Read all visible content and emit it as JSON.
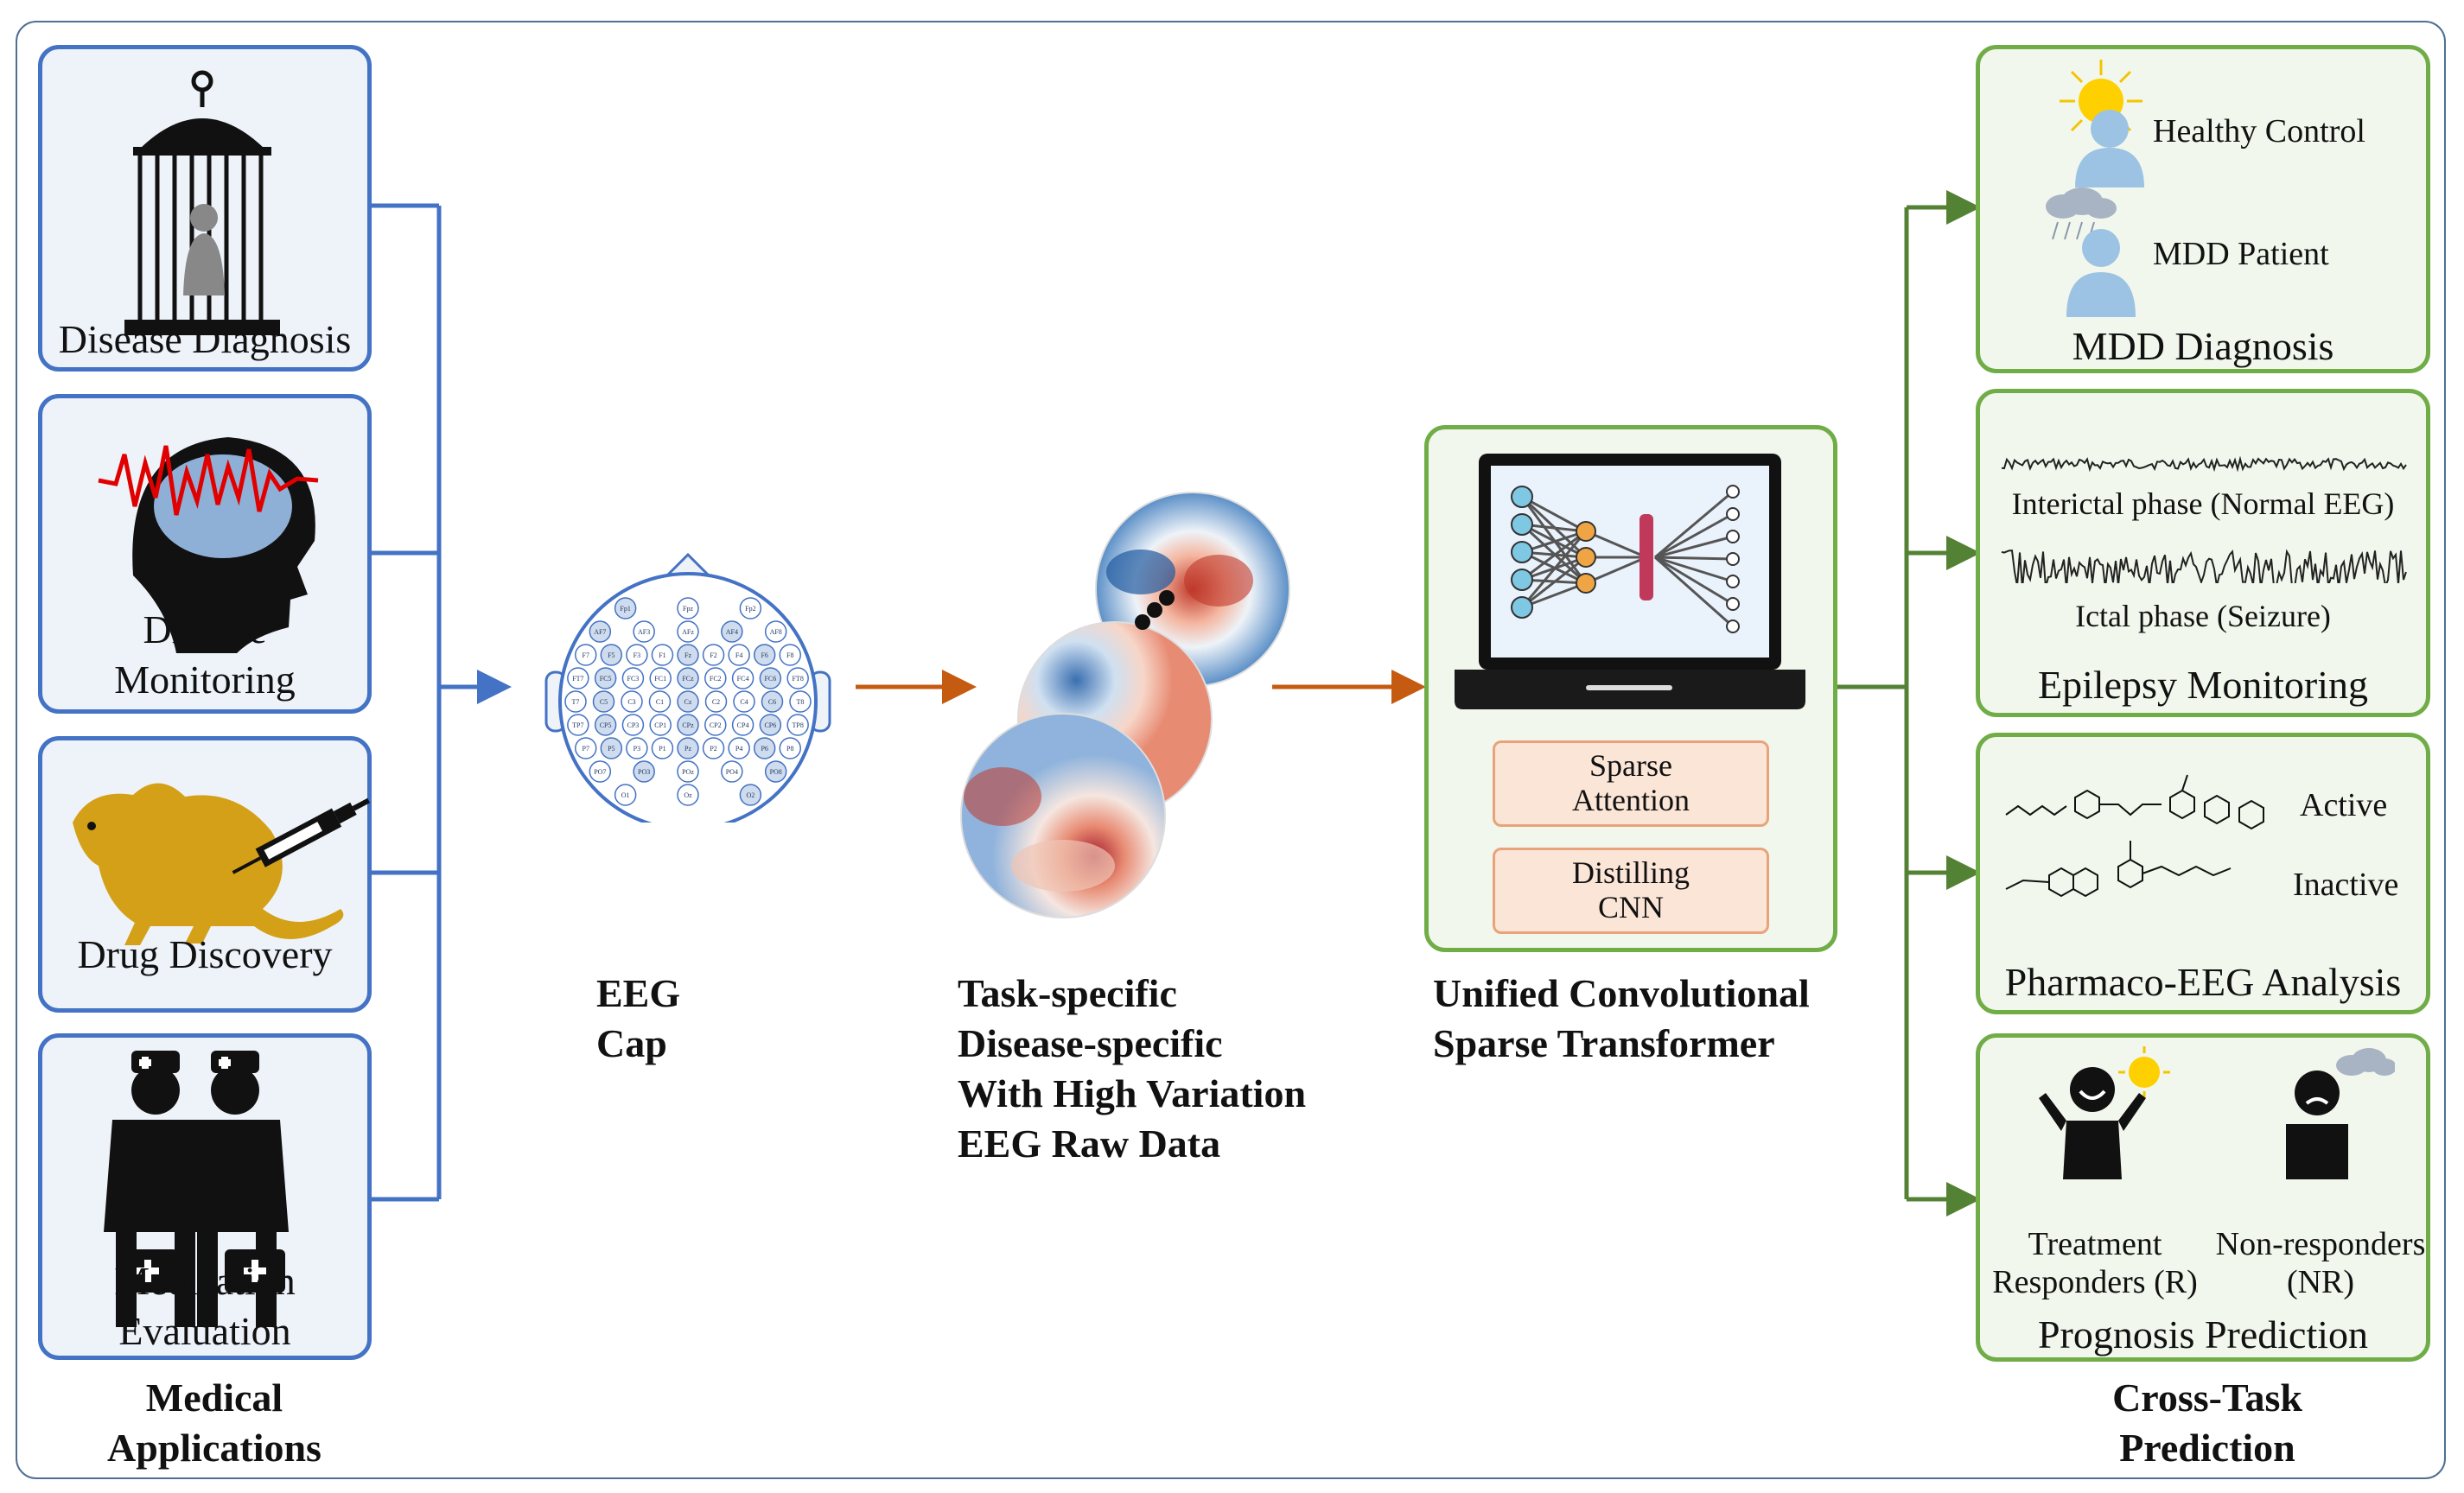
{
  "left_panel": {
    "items": [
      {
        "label": "Disease Diagnosis"
      },
      {
        "label": "Disease Monitoring",
        "line1": "Disease",
        "line2": "Monitoring"
      },
      {
        "label": "Drug Discovery"
      },
      {
        "label": "Medication Evaluation",
        "line1": "Medication",
        "line2": "Evaluation"
      }
    ],
    "caption_line1": "Medical",
    "caption_line2": "Applications"
  },
  "eeg_cap": {
    "caption_line1": "EEG",
    "caption_line2": "Cap",
    "electrodes": [
      "Fp1",
      "Fpz",
      "Fp2",
      "AF7",
      "AF3",
      "AFz",
      "AF4",
      "AF8",
      "F7",
      "F5",
      "F3",
      "F1",
      "Fz",
      "F2",
      "F4",
      "F6",
      "F8",
      "FT7",
      "FC5",
      "FC3",
      "FC1",
      "FCz",
      "FC2",
      "FC4",
      "FC6",
      "FT8",
      "T7",
      "C5",
      "C3",
      "C1",
      "Cz",
      "C2",
      "C4",
      "C6",
      "T8",
      "TP7",
      "CP5",
      "CP3",
      "CP1",
      "CPz",
      "CP2",
      "CP4",
      "CP6",
      "TP8",
      "P7",
      "P5",
      "P3",
      "P1",
      "Pz",
      "P2",
      "P4",
      "P6",
      "P8",
      "PO7",
      "PO3",
      "POz",
      "PO4",
      "PO8",
      "O1",
      "Oz",
      "O2"
    ]
  },
  "raw_data": {
    "line1": "Task-specific",
    "line2": "Disease-specific",
    "line3": "With High Variation",
    "line4": "EEG Raw Data"
  },
  "model": {
    "modules": [
      "Sparse Attention",
      "Distilling CNN"
    ],
    "module1_line1": "Sparse",
    "module1_line2": "Attention",
    "module2_line1": "Distilling",
    "module2_line2": "CNN",
    "caption_line1": "Unified Convolutional",
    "caption_line2": "Sparse Transformer"
  },
  "right_panel": {
    "mdd": {
      "title": "MDD Diagnosis",
      "label_a": "Healthy Control",
      "label_b": "MDD Patient"
    },
    "epilepsy": {
      "title": "Epilepsy Monitoring",
      "label_a": "Interictal phase (Normal EEG)",
      "label_b": "Ictal phase (Seizure)"
    },
    "pharmaco": {
      "title": "Pharmaco-EEG Analysis",
      "label_a": "Active",
      "label_b": "Inactive"
    },
    "prognosis": {
      "title": "Prognosis Prediction",
      "responders_line1": "Treatment",
      "responders_line2": "Responders (R)",
      "nonresponders_line1": "Non-responders",
      "nonresponders_line2": "(NR)"
    },
    "caption_line1": "Cross-Task",
    "caption_line2": "Prediction"
  },
  "colors": {
    "blue_border": "#4472c4",
    "green_border": "#70ad47",
    "orange_arrow": "#c55a11",
    "pill_fill": "#fbe5d6",
    "pill_border": "#e9a37a"
  },
  "icons": [
    "birdcage-icon",
    "brain-wave-head-icon",
    "rat-syringe-icon",
    "doctors-icon",
    "eeg-cap-icon",
    "topomap-icon",
    "neural-network-laptop-icon",
    "sun-person-icon",
    "storm-person-icon",
    "eeg-trace-icon",
    "molecule-icon",
    "happy-person-icon",
    "sad-person-icon"
  ]
}
